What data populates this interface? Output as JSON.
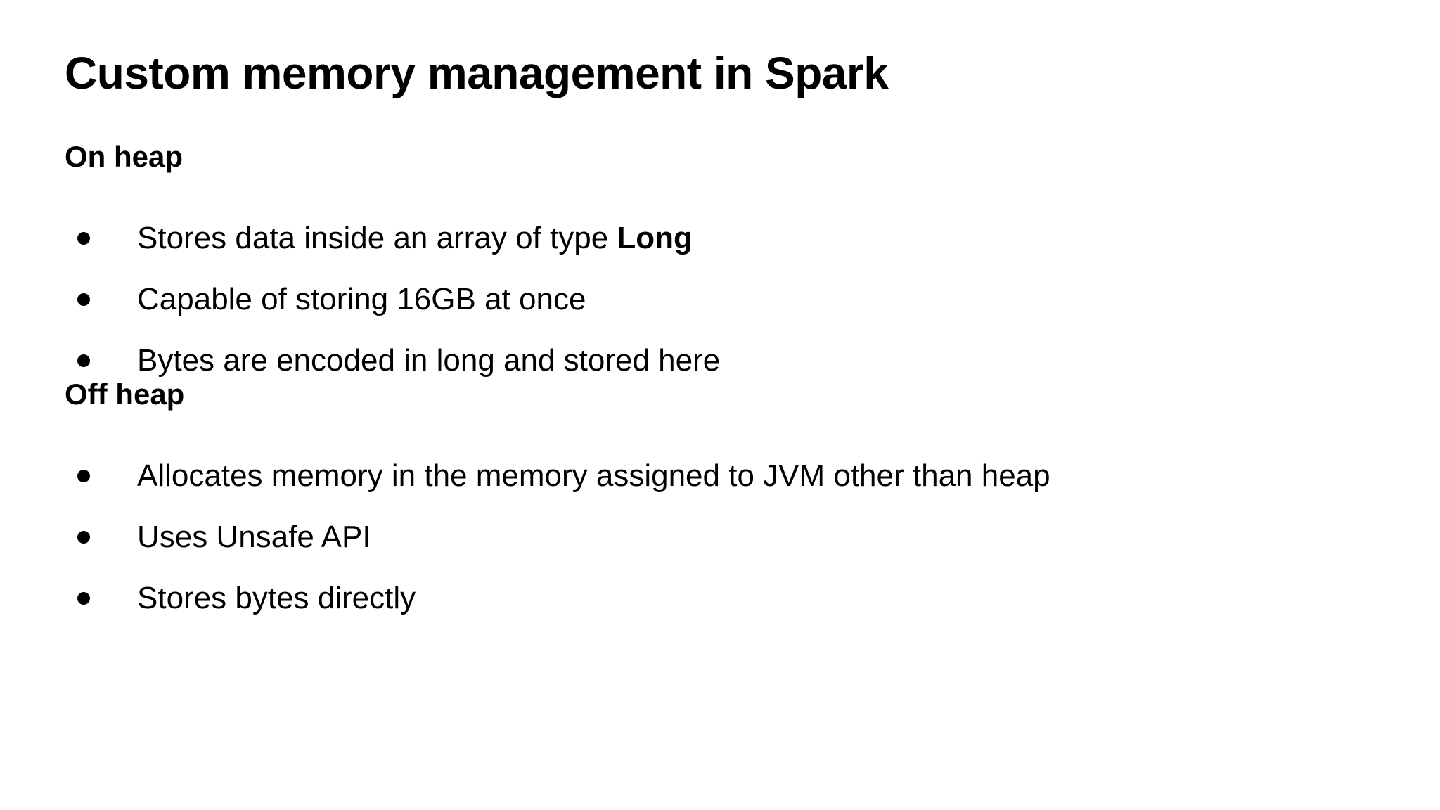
{
  "slide": {
    "title": "Custom memory management in Spark",
    "sections": [
      {
        "id": "on-heap",
        "heading": "On heap",
        "bullets": [
          {
            "text_before": "Stores data inside an array of type ",
            "emphasis": "Long",
            "text_after": ""
          },
          {
            "text_before": "Capable of storing 16GB at once",
            "emphasis": "",
            "text_after": ""
          },
          {
            "text_before": "Bytes are encoded in long and stored here",
            "emphasis": "",
            "text_after": ""
          }
        ]
      },
      {
        "id": "off-heap",
        "heading": "Off heap",
        "bullets": [
          {
            "text_before": "Allocates memory in the memory assigned to JVM other than heap",
            "emphasis": "",
            "text_after": ""
          },
          {
            "text_before": "Uses Unsafe API",
            "emphasis": "",
            "text_after": ""
          },
          {
            "text_before": "Stores bytes directly",
            "emphasis": "",
            "text_after": ""
          }
        ]
      }
    ],
    "colors": {
      "background": "#ffffff",
      "text": "#000000",
      "bullet_marker": "#000000"
    }
  }
}
